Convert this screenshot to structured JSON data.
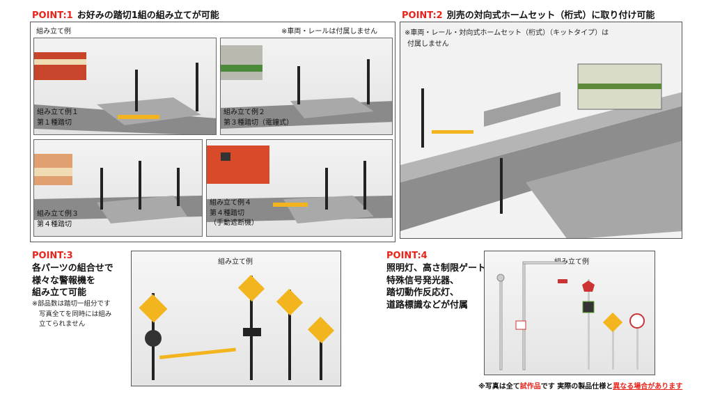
{
  "point1": {
    "label": "POINT:1",
    "title": "お好みの踏切1組の組み立てが可能",
    "example_label": "組み立て例",
    "note": "※車両・レールは付属しません",
    "photos": [
      {
        "line1": "組み立て例１",
        "line2": "第１種踏切",
        "line3": ""
      },
      {
        "line1": "組み立て例２",
        "line2": "第３種踏切（電鐘式）",
        "line3": ""
      },
      {
        "line1": "組み立て例３",
        "line2": "第４種踏切",
        "line3": ""
      },
      {
        "line1": "組み立て例４",
        "line2": "第４種踏切",
        "line3": "（手動遮断機）"
      }
    ]
  },
  "point2": {
    "label": "POINT:2",
    "title": "別売の対向式ホームセット（桁式）に取り付け可能",
    "note_line1": "※車両・レール・対向式ホームセット（桁式）（キットタイプ）は",
    "note_line2": "付属しません"
  },
  "point3": {
    "label": "POINT:3",
    "desc": [
      "各パーツの組合せで",
      "様々な警報機を",
      "組み立て可能"
    ],
    "sub": [
      "※部品数は踏切一組分です",
      "写真全てを同時には組み",
      "立てられません"
    ],
    "example_label": "組み立て例"
  },
  "point4": {
    "label": "POINT:4",
    "desc": [
      "照明灯、高さ制限ゲート",
      "特殊信号発光器、",
      "踏切動作反応灯、",
      "道路標識などが付属"
    ],
    "example_label": "組み立て例"
  },
  "footer": {
    "part1": "※写真は全て",
    "part2": "試作品",
    "part3": "です 実際の製品仕様と",
    "part4": "異なる場合があります"
  },
  "colors": {
    "accent": "#e8231a",
    "crossing_yellow": "#f2b51d",
    "gray_base": "#9a9a9a"
  }
}
